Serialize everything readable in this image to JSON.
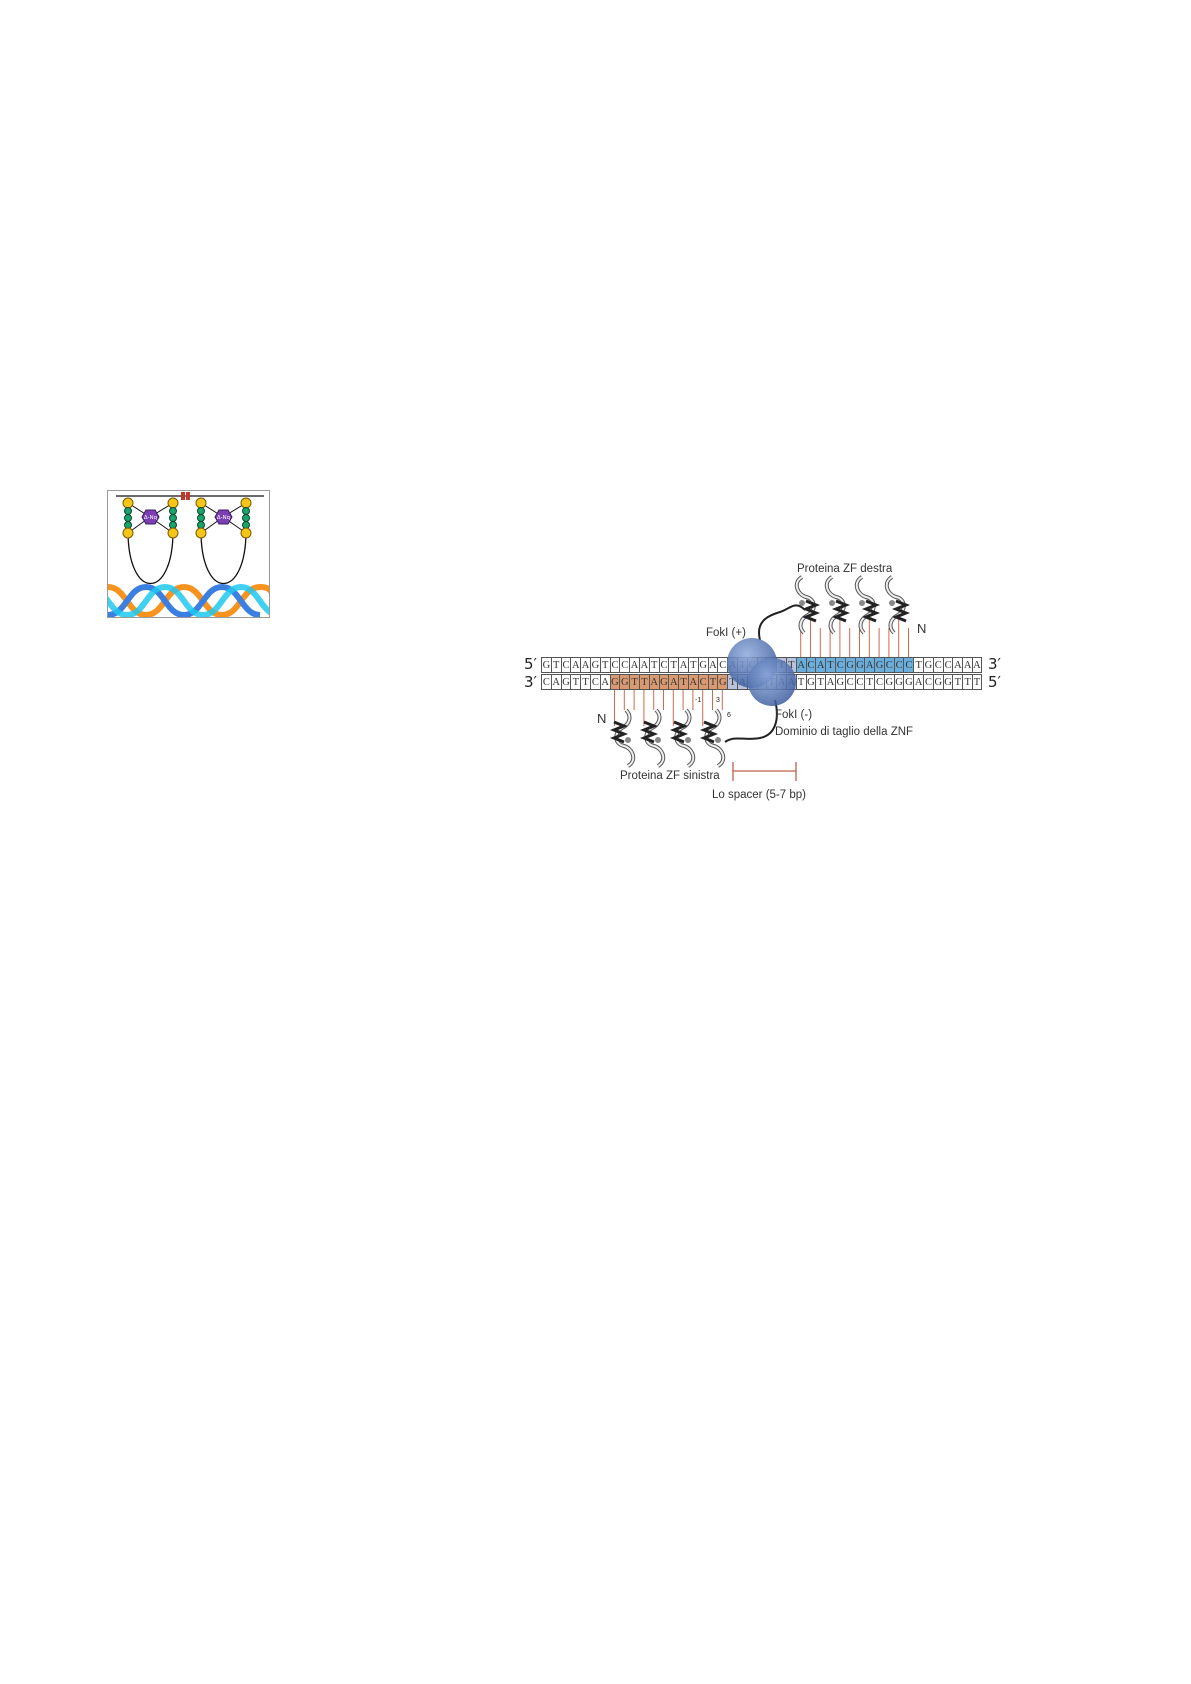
{
  "figure1": {
    "label_left": "Δ-Nq",
    "label_right": "Δ-Nq",
    "colors": {
      "bead_yellow": "#f5c518",
      "bead_green": "#1aa36a",
      "hexagon": "#7b3fb3",
      "dimer": "#c0392b",
      "helix_orange": "#f7931e",
      "helix_blue": "#3b7fe0",
      "helix_cyan": "#1ec8f0"
    }
  },
  "figure2": {
    "title_right": "Proteina ZF destra",
    "title_left": "Proteina ZF sinistra",
    "foki_plus": "FokI (+)",
    "foki_minus": "FokI (-)",
    "cleavage_domain": "Dominio di taglio della ZNF",
    "spacer": "Lo spacer (5-7 bp)",
    "n_right": "N",
    "n_left": "N",
    "position_labels": [
      "-1",
      "3",
      "6"
    ],
    "top_strand": {
      "left_end": "5′",
      "right_end": "3′",
      "sequence": "GTCAAGTCCAATCTATGACATCAATTACATCGGAGCCCTGCCAAA",
      "highlight_start": 26,
      "highlight_end": 37,
      "highlight_color": "#6aaedc"
    },
    "bottom_strand": {
      "left_end": "3′",
      "right_end": "5′",
      "sequence": "CAGTTCAGGTTAGATACTGTAGTTAATGTAGCCTCGGGACGGTTT",
      "highlight_start": 7,
      "highlight_end": 18,
      "highlight_color": "#d99a72"
    },
    "spacer_start": 19,
    "spacer_end": 25,
    "colors": {
      "foki": "#5a7fc0",
      "contact_line": "#d2694b"
    }
  }
}
